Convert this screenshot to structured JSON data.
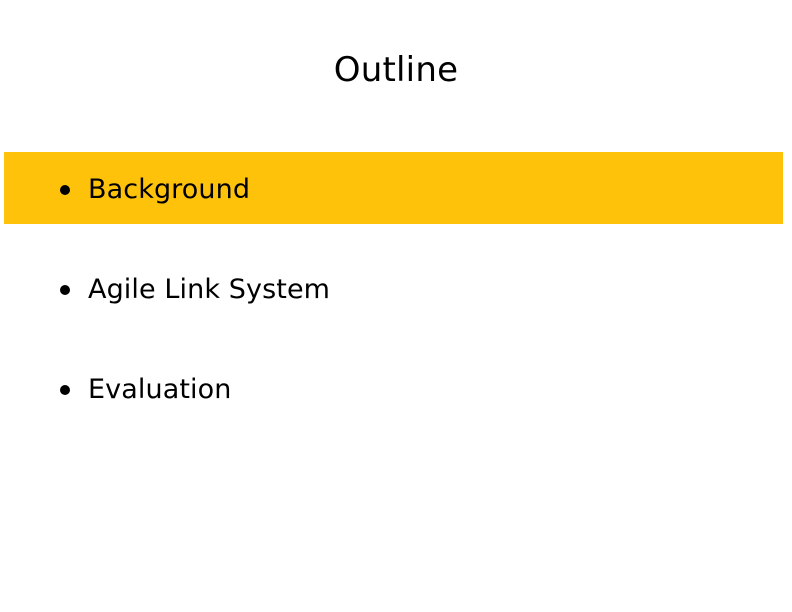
{
  "slide": {
    "title": "Outline",
    "background_color": "#FFFFFF",
    "text_color": "#000000",
    "highlight_color": "#FFC20A"
  },
  "bullets": [
    {
      "label": "Background",
      "marker": "bullet-dot",
      "highlighted": true
    },
    {
      "label": "Agile Link System",
      "marker": "bullet-dot",
      "highlighted": false
    },
    {
      "label": "Evaluation",
      "marker": "bullet-dot",
      "highlighted": false
    }
  ]
}
